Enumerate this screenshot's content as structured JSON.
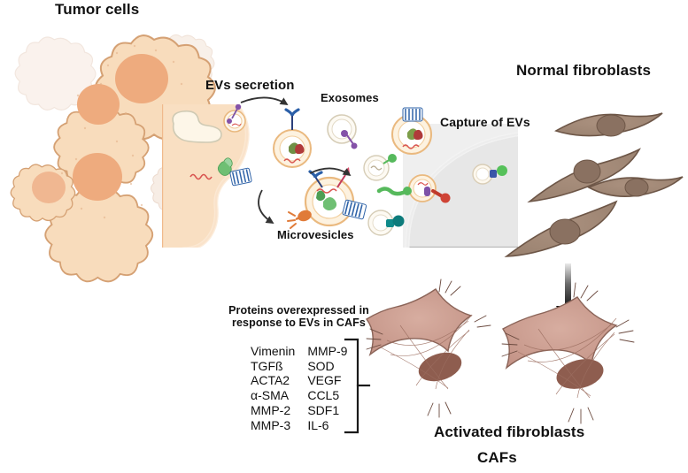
{
  "figure": {
    "type": "biological-pathway-diagram",
    "subject": "Tumor-derived extracellular vesicles activate normal fibroblasts into CAFs",
    "background_color": "#ffffff"
  },
  "labels": {
    "tumor_cells": "Tumor cells",
    "evs_secretion": "EVs secretion",
    "exosomes": "Exosomes",
    "microvesicles": "Microvesicles",
    "capture_of_evs": "Capture of  EVs",
    "normal_fibroblasts": "Normal fibroblasts",
    "activated_fibroblasts": "Activated fibroblasts",
    "cafs": "CAFs"
  },
  "protein_panel": {
    "heading_line1": "Proteins overexpressed in",
    "heading_line2": "response to EVs in CAFs",
    "column_left": [
      "Vimenin",
      "TGFß",
      "ACTA2",
      "α-SMA",
      "MMP-2",
      "MMP-3"
    ],
    "column_right": [
      "MMP-9",
      "SOD",
      "VEGF",
      "CCL5",
      "SDF1",
      "IL-6"
    ]
  },
  "colors": {
    "tumor_cell_fill": "#f7d9b8",
    "tumor_cell_stroke": "#d9a877",
    "tumor_nucleus": "#eeab7e",
    "tumor_cell_faded": "#f6e6dc",
    "secreting_cell_fill": "#f8ddc0",
    "secreting_cell_stroke": "#e8b98c",
    "vesicle_ring": "#f2c48a",
    "vesicle_inner": "#fdf4e6",
    "recipient_cell_fill": "#e8e8e8",
    "recipient_cell_stroke": "#b3b3b3",
    "fibroblast_fill": "#a28877",
    "fibroblast_stroke": "#6d5647",
    "fibroblast_nucleus": "#8a7161",
    "caf_fill": "#caa094",
    "caf_stroke": "#8b6458",
    "caf_nucleus": "#8e5d4f",
    "arrow_black": "#111111",
    "text": "#111111",
    "marker_blue": "#3a6ea5",
    "marker_green": "#5cb85c",
    "marker_purple": "#8452a8",
    "marker_red": "#c0392b",
    "marker_teal": "#0f8a8a",
    "marker_orange": "#e07b39",
    "marker_navy": "#2b3f7a",
    "marker_pink": "#d94f6e",
    "rna_red": "#d9534f"
  },
  "icons": {
    "down_arrow": "down-arrow-icon",
    "curved_arrow": "curved-arrow-icon",
    "bracket": "right-bracket-icon"
  }
}
